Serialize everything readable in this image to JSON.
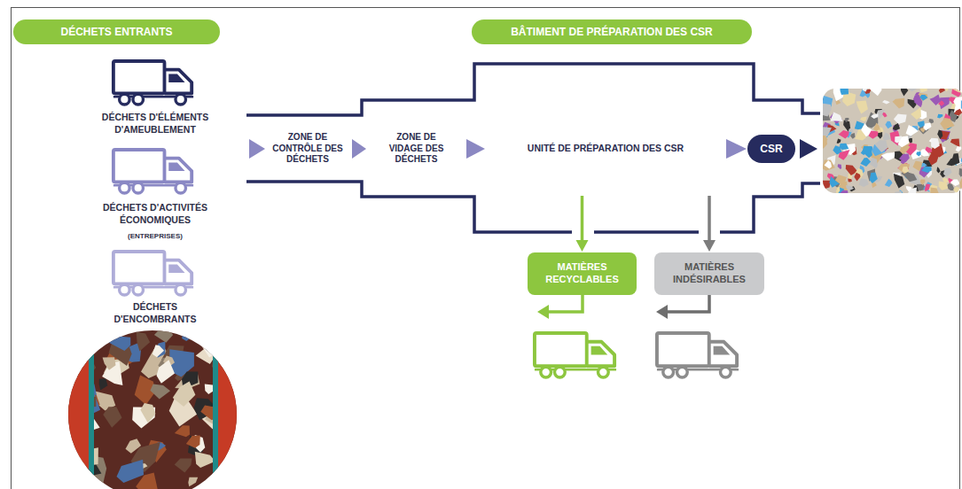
{
  "diagram": {
    "nodes": [
      {
        "text": [
          "DÉCHETS ENTRANTS"
        ]
      },
      {
        "text": [
          "BÂTIMENT DE PRÉPARATION DES CSR"
        ]
      },
      {
        "text": [
          "ZONE DE CONTRÔLE DES DÉCHETS"
        ]
      },
      {
        "text": [
          "ZONE DE VIDAGE DES DÉCHETS"
        ]
      },
      {
        "text": [
          "UNITÉ DE PRÉPARATION DES CSR"
        ]
      },
      {
        "text": [
          "CSR"
        ]
      },
      {
        "text": [
          "MATIÈRES RECYCLABLES"
        ]
      },
      {
        "text": [
          "MATIÈRES INDÉSIRABLES"
        ]
      }
    ],
    "edges": [
      {
        "from": 2,
        "to": 3,
        "arrow": "to"
      },
      {
        "from": 3,
        "to": 4,
        "arrow": "to"
      },
      {
        "from": 4,
        "to": 5,
        "arrow": "to"
      },
      {
        "from": 4,
        "to": 6,
        "arrow": "to"
      },
      {
        "from": 4,
        "to": 7,
        "arrow": "to"
      }
    ],
    "labels": [
      "DÉCHETS D'ÉLÉMENTS D'AMEUBLEMENT",
      "DÉCHETS D'ACTIVITÉS ÉCONOMIQUES",
      "(ENTREPRISES)",
      "DÉCHETS D'ENCOMBRANTS"
    ]
  }
}
